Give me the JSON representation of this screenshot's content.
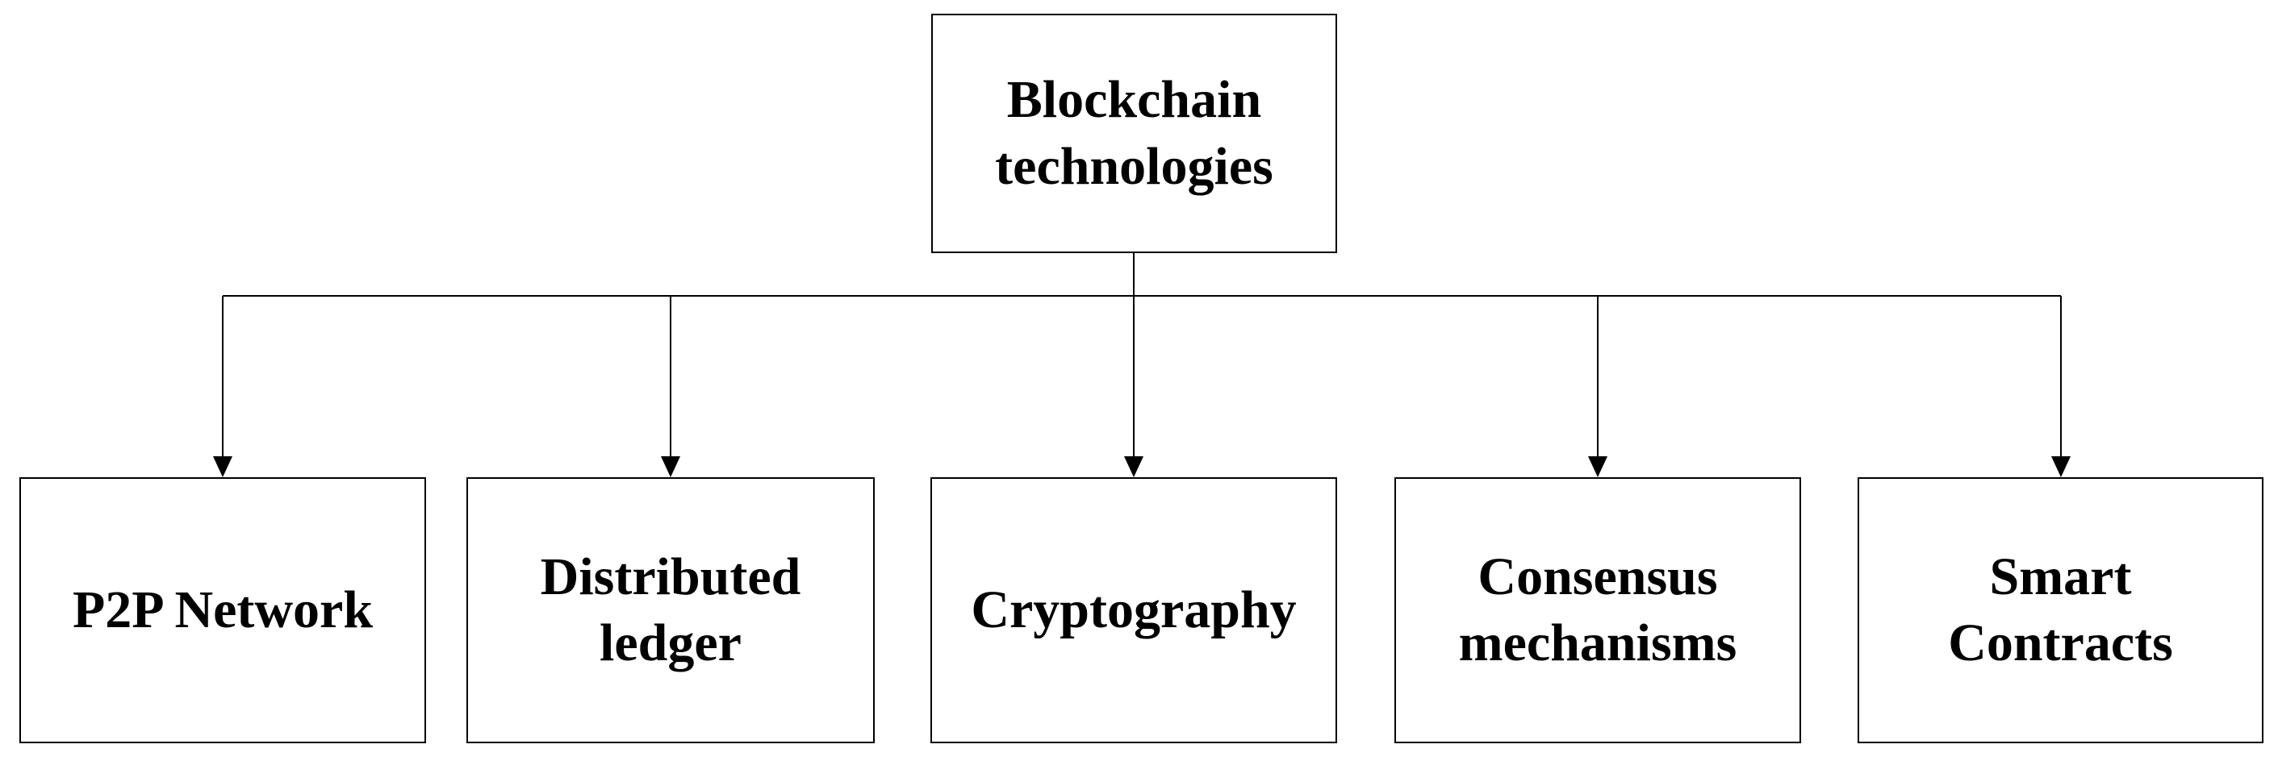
{
  "root": {
    "label": "Blockchain\ntechnologies"
  },
  "children": [
    {
      "label": "P2P Network"
    },
    {
      "label": "Distributed\nledger"
    },
    {
      "label": "Cryptography"
    },
    {
      "label": "Consensus\nmechanisms"
    },
    {
      "label": "Smart\nContracts"
    }
  ],
  "colors": {
    "line": "#000000",
    "box_border": "#000000",
    "text": "#000000",
    "background": "#ffffff"
  }
}
